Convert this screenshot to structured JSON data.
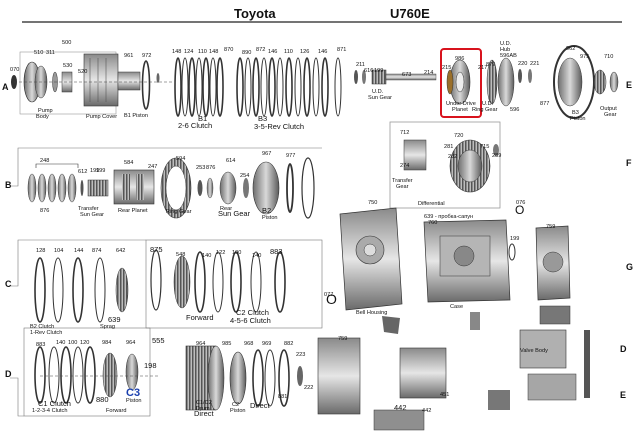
{
  "header": {
    "brand": "Toyota",
    "model": "U760E"
  },
  "rows": [
    "A",
    "B",
    "C",
    "D",
    "E",
    "F",
    "G",
    "D",
    "E"
  ],
  "labels": [
    {
      "t": "500"
    },
    {
      "t": "070"
    },
    {
      "t": "510"
    },
    {
      "t": "311"
    },
    {
      "t": "530"
    },
    {
      "t": "520"
    },
    {
      "t": "Pump"
    },
    {
      "t": "Body"
    },
    {
      "t": "Pump Cover"
    },
    {
      "t": "961"
    },
    {
      "t": "972"
    },
    {
      "t": "B1 Piston"
    },
    {
      "t": "148"
    },
    {
      "t": "124"
    },
    {
      "t": "110"
    },
    {
      "t": "148"
    },
    {
      "t": "870"
    },
    {
      "t": "890"
    },
    {
      "t": "872"
    },
    {
      "t": "146"
    },
    {
      "t": "110"
    },
    {
      "t": "126"
    },
    {
      "t": "146"
    },
    {
      "t": "871"
    },
    {
      "t": "B1"
    },
    {
      "t": "2-6 Clutch"
    },
    {
      "t": "B3"
    },
    {
      "t": "3-5-Rev Clutch"
    },
    {
      "t": "211"
    },
    {
      "t": "616"
    },
    {
      "t": "199"
    },
    {
      "t": "U.D."
    },
    {
      "t": "Sun Gear"
    },
    {
      "t": "673"
    },
    {
      "t": "214"
    },
    {
      "t": "215"
    },
    {
      "t": "986"
    },
    {
      "t": "217"
    },
    {
      "t": "Under Drive"
    },
    {
      "t": "Planet"
    },
    {
      "t": "U.D."
    },
    {
      "t": "Hub"
    },
    {
      "t": "596AB"
    },
    {
      "t": "879"
    },
    {
      "t": "220"
    },
    {
      "t": "221"
    },
    {
      "t": "962"
    },
    {
      "t": "975"
    },
    {
      "t": "710"
    },
    {
      "t": "877"
    },
    {
      "t": "U.D."
    },
    {
      "t": "Ring Gear"
    },
    {
      "t": "596"
    },
    {
      "t": "B3"
    },
    {
      "t": "Piston"
    },
    {
      "t": "Output"
    },
    {
      "t": "Gear"
    },
    {
      "t": "248"
    },
    {
      "t": "199"
    },
    {
      "t": "612"
    },
    {
      "t": "199"
    },
    {
      "t": "584"
    },
    {
      "t": "Transfer"
    },
    {
      "t": "Sun Gear"
    },
    {
      "t": "Rear Planet"
    },
    {
      "t": "247"
    },
    {
      "t": "876"
    },
    {
      "t": "594"
    },
    {
      "t": "253"
    },
    {
      "t": "876"
    },
    {
      "t": "614"
    },
    {
      "t": "254"
    },
    {
      "t": "967"
    },
    {
      "t": "977"
    },
    {
      "t": "Ring Gear"
    },
    {
      "t": "Rear"
    },
    {
      "t": "Sun Gear"
    },
    {
      "t": "B2"
    },
    {
      "t": "Piston"
    },
    {
      "t": "712"
    },
    {
      "t": "274"
    },
    {
      "t": "Transfer"
    },
    {
      "t": "Gear"
    },
    {
      "t": "720"
    },
    {
      "t": "281"
    },
    {
      "t": "715"
    },
    {
      "t": "282"
    },
    {
      "t": "289"
    },
    {
      "t": "Differential"
    },
    {
      "t": "128"
    },
    {
      "t": "104"
    },
    {
      "t": "144"
    },
    {
      "t": "874"
    },
    {
      "t": "642"
    },
    {
      "t": "B2 Clutch"
    },
    {
      "t": "1-Rev Clutch"
    },
    {
      "t": "Sprag"
    },
    {
      "t": "639"
    },
    {
      "t": "875"
    },
    {
      "t": "548"
    },
    {
      "t": "140"
    },
    {
      "t": "122"
    },
    {
      "t": "100"
    },
    {
      "t": "140"
    },
    {
      "t": "883"
    },
    {
      "t": "Forward"
    },
    {
      "t": "C2 Clutch"
    },
    {
      "t": "4-5-6 Clutch"
    },
    {
      "t": "750"
    },
    {
      "t": "639 - пробка-сапун"
    },
    {
      "t": "760"
    },
    {
      "t": "076"
    },
    {
      "t": "199"
    },
    {
      "t": "759"
    },
    {
      "t": "077"
    },
    {
      "t": "Bell Housing"
    },
    {
      "t": "Case"
    },
    {
      "t": "555"
    },
    {
      "t": "883"
    },
    {
      "t": "140"
    },
    {
      "t": "100"
    },
    {
      "t": "120"
    },
    {
      "t": "984"
    },
    {
      "t": "964"
    },
    {
      "t": "198"
    },
    {
      "t": "C1 Clutch"
    },
    {
      "t": "1-2-3-4 Clutch"
    },
    {
      "t": "880"
    },
    {
      "t": "Forward"
    },
    {
      "t": "C3"
    },
    {
      "t": "Piston"
    },
    {
      "t": "964"
    },
    {
      "t": "985"
    },
    {
      "t": "968"
    },
    {
      "t": "969"
    },
    {
      "t": "882"
    },
    {
      "t": "223"
    },
    {
      "t": "C1/C2"
    },
    {
      "t": "Drum"
    },
    {
      "t": "Direct"
    },
    {
      "t": "C2"
    },
    {
      "t": "Piston"
    },
    {
      "t": "Direct"
    },
    {
      "t": "881"
    },
    {
      "t": "222"
    },
    {
      "t": "759"
    },
    {
      "t": "442"
    },
    {
      "t": "451"
    },
    {
      "t": "442"
    },
    {
      "t": "Valve Body"
    }
  ]
}
